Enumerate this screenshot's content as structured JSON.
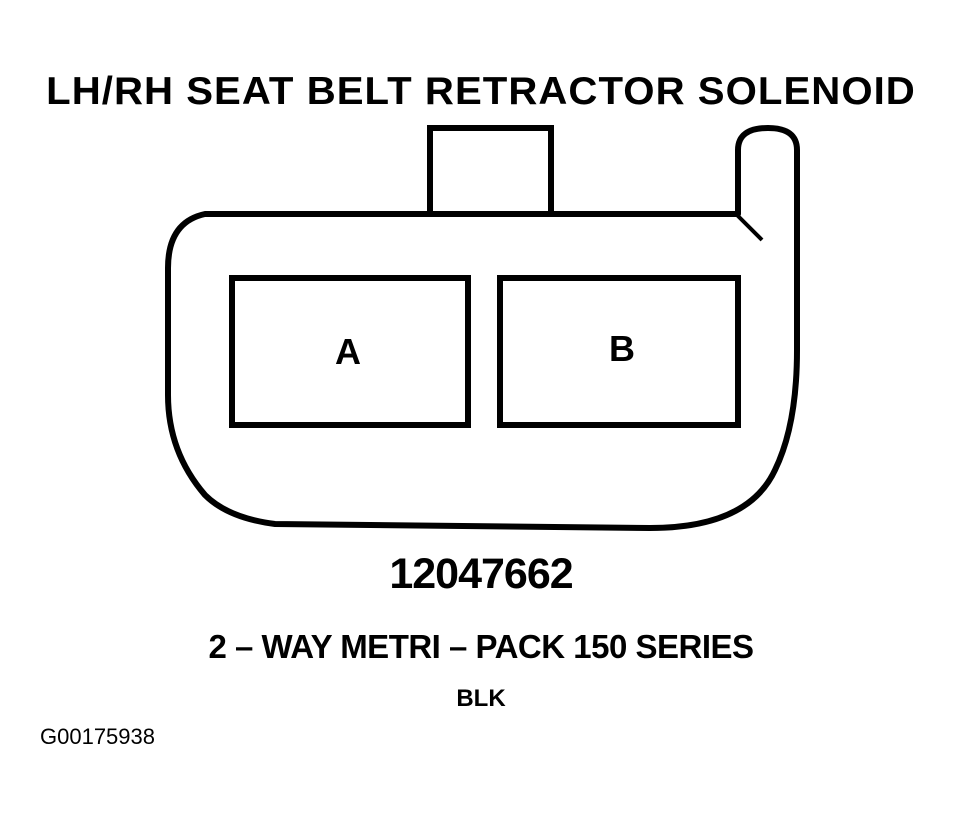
{
  "title": "LH/RH SEAT BELT RETRACTOR SOLENOID",
  "connector": {
    "cavities": [
      {
        "label": "A"
      },
      {
        "label": "B"
      }
    ],
    "part_number": "12047662",
    "series": "2 – WAY METRI – PACK 150 SERIES",
    "color": "BLK"
  },
  "figure_id": "G00175938"
}
